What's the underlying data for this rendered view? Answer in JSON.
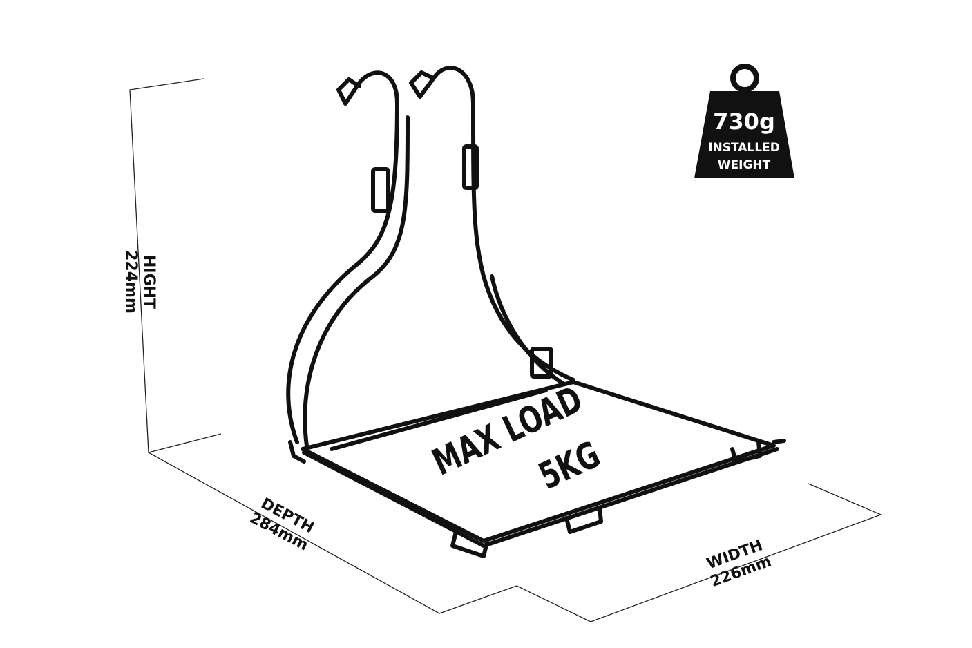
{
  "dimensions": {
    "height": {
      "label": "HIGHT",
      "value": "224mm"
    },
    "depth": {
      "label": "DEPTH",
      "value": "284mm"
    },
    "width": {
      "label": "WIDTH",
      "value": "226mm"
    }
  },
  "platform": {
    "line1": "MAX LOAD",
    "line2": "5KG"
  },
  "weight_badge": {
    "value": "730g",
    "line1": "INSTALLED",
    "line2": "WEIGHT",
    "icon": "weight-icon"
  },
  "colors": {
    "ink": "#111111",
    "background": "#ffffff"
  }
}
